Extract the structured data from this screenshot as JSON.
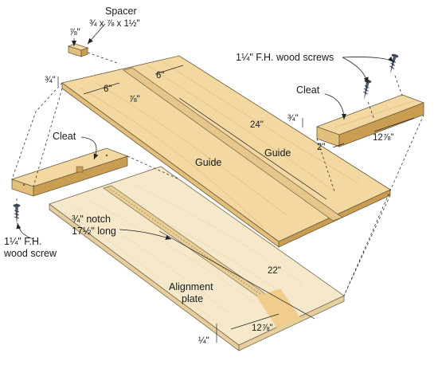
{
  "labels": {
    "spacer": "Spacer",
    "spacer_dims": "¾ x ⅞ x 1½\"",
    "spacer_width": "⅞\"",
    "screws_top": "1¼\" F.H. wood screws",
    "cleat_right": "Cleat",
    "cleat_left": "Cleat",
    "screw_left_line1": "1¼\" F.H.",
    "screw_left_line2": "wood screw",
    "guide_left": "Guide",
    "guide_right": "Guide",
    "notch_line1": "¾\" notch",
    "notch_line2": "17½\" long",
    "plate_line1": "Alignment",
    "plate_line2": "plate"
  },
  "dimensions": {
    "thickness_guide": "¾\"",
    "guide_width_left": "6\"",
    "guide_width_top": "6\"",
    "gap": "⅞\"",
    "guide_length": "24\"",
    "cleat_thickness": "¾\"",
    "cleat_width": "2\"",
    "cleat_length": "12⅞\"",
    "plate_length": "22\"",
    "plate_width": "12⅞\"",
    "plate_thickness": "¼\""
  },
  "colors": {
    "wood_top": "#f3d9a1",
    "wood_side": "#e2bf7c",
    "plate": "#f6e9cb",
    "ink": "#1a1a1a"
  },
  "icons": [
    "screw-icon",
    "arrow-icon"
  ]
}
